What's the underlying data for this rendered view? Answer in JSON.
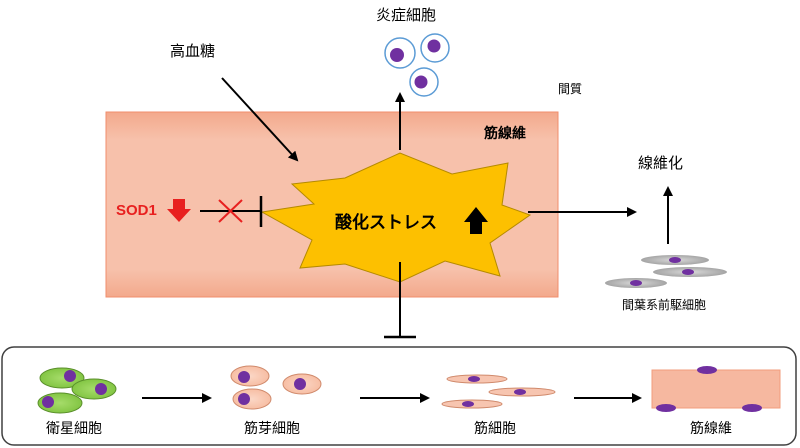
{
  "labels": {
    "inflammatory_cells": "炎症細胞",
    "hyperglycemia": "高血糖",
    "interstitium": "間質",
    "muscle_fiber_top": "筋線維",
    "fibrosis": "線維化",
    "sod1": "SOD1",
    "oxidative_stress": "酸化ストレス",
    "mesenchymal_progenitor": "間葉系前駆細胞",
    "satellite_cell": "衛星細胞",
    "myoblast": "筋芽細胞",
    "myocyte": "筋細胞",
    "muscle_fiber_bottom": "筋線維"
  },
  "colors": {
    "fiber_band": "#f6b9a1",
    "stress_star": "#fdc000",
    "inhibitor_x": "#e8201f",
    "satellite_fill": "#8fd14f",
    "nucleus": "#7030a0",
    "inflammatory_ring": "#5b9bd5",
    "mesenchymal_fill": "#bfbfbf"
  },
  "icons": {
    "sod1_trend": "red-down-arrow-icon",
    "stress_trend": "black-up-arrow-icon"
  }
}
